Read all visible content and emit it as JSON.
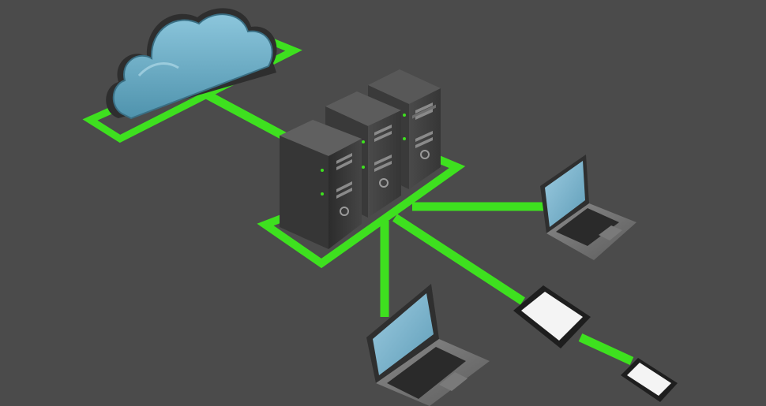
{
  "scene": {
    "background": "#4b4b4b",
    "link_color": "#3ee01f",
    "link_edge": "#1fa80c",
    "cloud_color": "#6aaec6",
    "server_color": "#3b3b3b",
    "screen_color": "#7fb6cf",
    "tablet_screen": "#f4f4f4",
    "nodes": [
      {
        "name": "cloud",
        "icon": "cloud-icon"
      },
      {
        "name": "server-rack",
        "icon": "server-icon",
        "units": 3
      },
      {
        "name": "laptop-right",
        "icon": "laptop-icon"
      },
      {
        "name": "laptop-bottom",
        "icon": "laptop-icon"
      },
      {
        "name": "tablet",
        "icon": "tablet-icon"
      },
      {
        "name": "smartphone",
        "icon": "smartphone-icon"
      }
    ]
  }
}
